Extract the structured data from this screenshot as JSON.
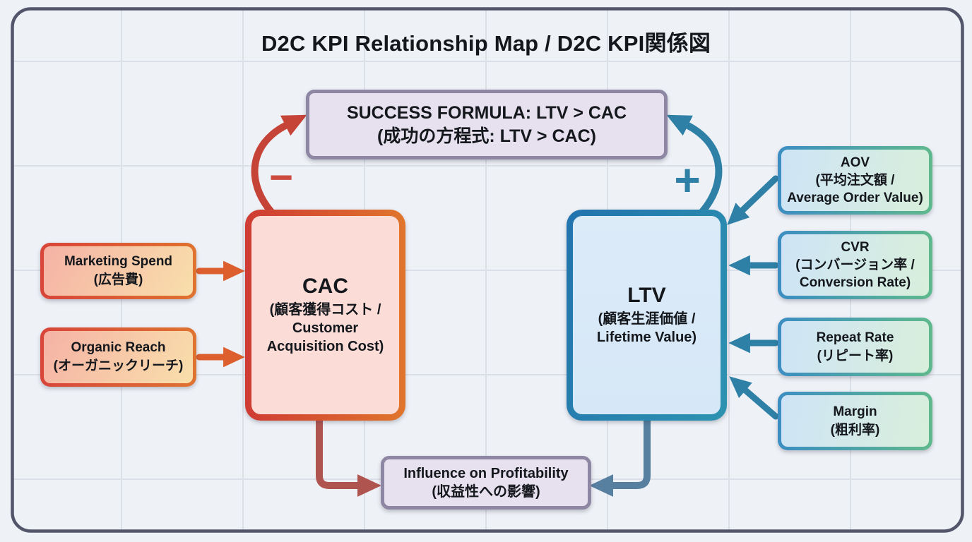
{
  "title": "D2C KPI Relationship Map / D2C KPI関係図",
  "nodes": {
    "success": {
      "line1": "SUCCESS FORMULA: LTV > CAC",
      "line2": "(成功の方程式: LTV > CAC)"
    },
    "cac": {
      "label": "CAC",
      "sub_jp": "(顧客獲得コスト /",
      "sub_en": "Customer Acquisition Cost)"
    },
    "ltv": {
      "label": "LTV",
      "sub_jp": "(顧客生涯価値 /",
      "sub_en": "Lifetime Value)"
    },
    "marketing_spend": {
      "line1": "Marketing Spend",
      "line2": "(広告費)"
    },
    "organic_reach": {
      "line1": "Organic Reach",
      "line2": "(オーガニックリーチ)"
    },
    "aov": {
      "line1": "AOV",
      "line2": "(平均注文額 /",
      "line3": "Average Order Value)"
    },
    "cvr": {
      "line1": "CVR",
      "line2": "(コンバージョン率 /",
      "line3": "Conversion Rate)"
    },
    "repeat_rate": {
      "line1": "Repeat Rate",
      "line2": "(リピート率)"
    },
    "margin": {
      "line1": "Margin",
      "line2": "(粗利率)"
    },
    "influence": {
      "line1": "Influence on Profitability",
      "line2": "(収益性への影響)"
    }
  },
  "annotations": {
    "minus_symbol": "−",
    "plus_symbol": "+"
  },
  "colors": {
    "background": "#EEF1F6",
    "frame_border": "#53566B",
    "gridline": "#DBDFE8",
    "purple_box_fill": "#E7E1EF",
    "purple_box_border": "#8D87A3",
    "cac_fill": "#FBDCD6",
    "cac_border_gradient": [
      "#CE3B33",
      "#E0752C"
    ],
    "ltv_fill": "#D9E9F8",
    "ltv_border_gradient": [
      "#2173AE",
      "#2D93B0"
    ],
    "input_box_fill_gradient": [
      "#F5B2A5",
      "#F9DFAB"
    ],
    "input_box_border_gradient": [
      "#D8453A",
      "#DF7330"
    ],
    "driver_box_fill_gradient": [
      "#CEE4F6",
      "#D8EFDB"
    ],
    "driver_box_border_gradient": [
      "#3C8EC2",
      "#5FB98D"
    ],
    "orange_arrow": "#DC5F2D",
    "red_curve_arrow": "#C64337",
    "teal_arrow": "#2F80A6",
    "brick_arrow": "#B0544F",
    "steel_arrow": "#567FA0",
    "minus_color": "#CC4B3E",
    "plus_color": "#2F80A6"
  }
}
